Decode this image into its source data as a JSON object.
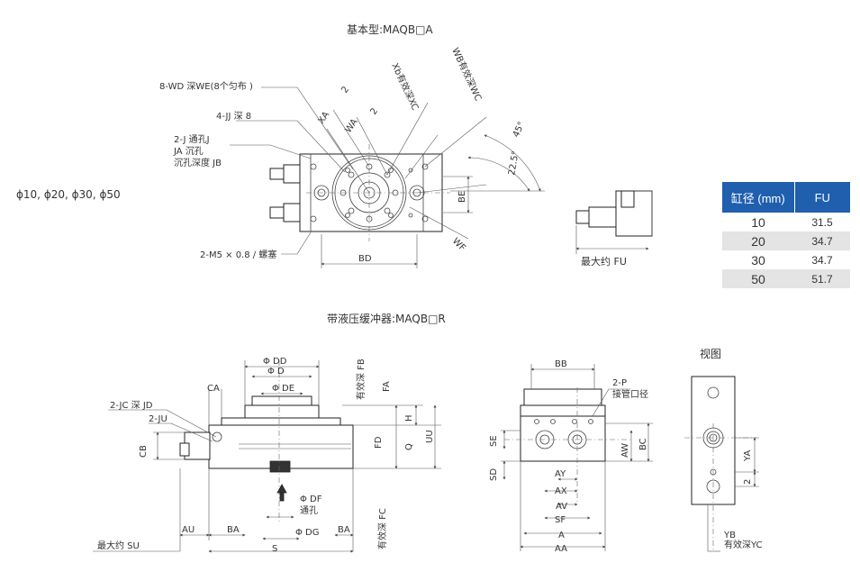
{
  "top": {
    "title": "基本型:MAQB□A",
    "bore_sizes": "ϕ10, ϕ20, ϕ30, ϕ50",
    "labels": {
      "wd": "8-WD 深WE(8个匀布 )",
      "jj": "4-JJ 深 8",
      "j1": "2-J  通孔J",
      "j2": "JA  沉孔",
      "j3": "沉孔深度  JB",
      "m5": "2-M5 × 0.8 / 螺塞",
      "bd": "BD",
      "be": "BE",
      "wf": "WF",
      "xa": "XA",
      "wa": "WA",
      "two_a": "2",
      "two_b": "2",
      "xb": "Xb有效深XC",
      "wb": "WB有效深WC",
      "ang45": "45°",
      "ang22": "22.5°",
      "fu": "最大约 FU"
    }
  },
  "fu_table": {
    "headers": [
      "缸径 (mm)",
      "FU"
    ],
    "rows": [
      [
        "10",
        "31.5"
      ],
      [
        "20",
        "34.7"
      ],
      [
        "30",
        "34.7"
      ],
      [
        "50",
        "51.7"
      ]
    ]
  },
  "bottom": {
    "title": "带液压缓冲器:MAQB□R",
    "view_title": "视图",
    "left": {
      "dd": "Φ DD",
      "d": "Φ D",
      "de": "Φ DE",
      "ca": "CA",
      "jc": "2-JC 深  JD",
      "ju": "2-JU",
      "cb": "CB",
      "fb": "有效深  FB",
      "fa": "FA",
      "h": "H",
      "fd": "FD",
      "q": "Q",
      "uu": "UU",
      "df": "Φ DF",
      "df2": "通孔",
      "dg": "Φ DG",
      "fc": "有效深  FC",
      "au": "AU",
      "ba1": "BA",
      "ba2": "BA",
      "s": "S",
      "su": "最大约 SU"
    },
    "middle": {
      "bb": "BB",
      "p1": "2-P",
      "p2": "接管口径",
      "se": "SE",
      "sd": "SD",
      "aw": "AW",
      "bc": "BC",
      "ay": "AY",
      "ax": "AX",
      "av": "AV",
      "sf": "SF",
      "a": "A",
      "aa": "AA"
    },
    "right": {
      "ya": "YA",
      "two": "2",
      "yb": "YB",
      "yc": "有效深YC"
    }
  }
}
